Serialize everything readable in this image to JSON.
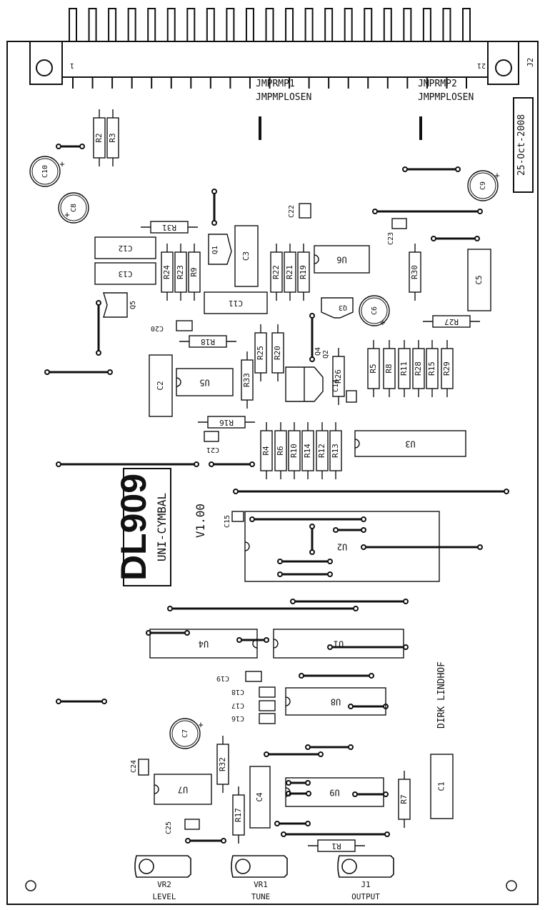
{
  "board": {
    "title": "DL909",
    "subtitle": "UNI-CYMBAL",
    "version": "V1.00",
    "date": "25-Oct-2008",
    "author": "DIRK LINDHOF"
  },
  "connector": {
    "label": "J2",
    "pin_first": "1",
    "pin_last": "21",
    "pin_count": 42
  },
  "jumpers": [
    {
      "label": "JMPRMP1",
      "sub": "JMPMPLOSEN"
    },
    {
      "label": "JMPRMP2",
      "sub": "JMPMPLOSEN"
    }
  ],
  "pots": [
    {
      "ref": "VR2",
      "name": "LEVEL"
    },
    {
      "ref": "VR1",
      "name": "TUNE"
    },
    {
      "ref": "J1",
      "name": "OUTPUT"
    }
  ],
  "chips": [
    "U1",
    "U2",
    "U3",
    "U4",
    "U5",
    "U6",
    "U7",
    "U8",
    "U9"
  ],
  "transistors": [
    "Q1",
    "Q2",
    "Q3",
    "Q4",
    "Q5"
  ],
  "electrolytics": [
    "C6",
    "C7",
    "C8",
    "C9",
    "C10"
  ],
  "caps_large": [
    "C1",
    "C2",
    "C3",
    "C4",
    "C5",
    "C11",
    "C12",
    "C13"
  ],
  "caps_small": [
    "C14",
    "C15",
    "C16",
    "C17",
    "C18",
    "C19",
    "C20",
    "C21",
    "C22",
    "C23",
    "C24",
    "C25"
  ],
  "resistors": [
    "R1",
    "R2",
    "R3",
    "R4",
    "R5",
    "R6",
    "R7",
    "R8",
    "R9",
    "R10",
    "R11",
    "R12",
    "R13",
    "R14",
    "R15",
    "R16",
    "R17",
    "R18",
    "R19",
    "R20",
    "R21",
    "R22",
    "R23",
    "R24",
    "R25",
    "R26",
    "R27",
    "R28",
    "R29",
    "R30",
    "R31",
    "R32",
    "R33"
  ],
  "symbols": {
    "plus": "+"
  }
}
